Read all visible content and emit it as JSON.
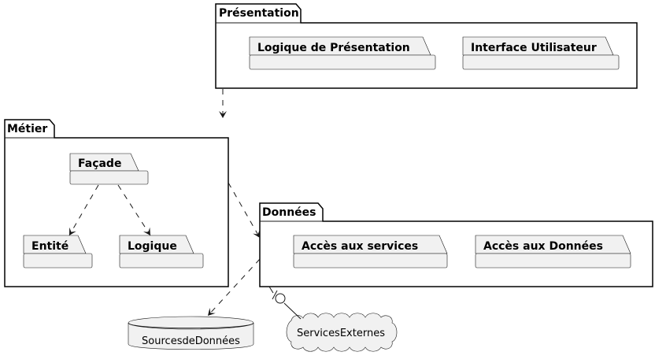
{
  "diagram": {
    "packages": {
      "presentation": {
        "title": "Présentation",
        "children": [
          "Logique de Présentation",
          "Interface Utilisateur"
        ]
      },
      "metier": {
        "title": "Métier",
        "children": [
          "Façade",
          "Entité",
          "Logique"
        ]
      },
      "donnees": {
        "title": "Données",
        "children": [
          "Accès aux services",
          "Accès aux Données"
        ]
      }
    },
    "nodes": {
      "database": "SourcesdeDonnées",
      "cloud": "ServicesExternes"
    }
  }
}
